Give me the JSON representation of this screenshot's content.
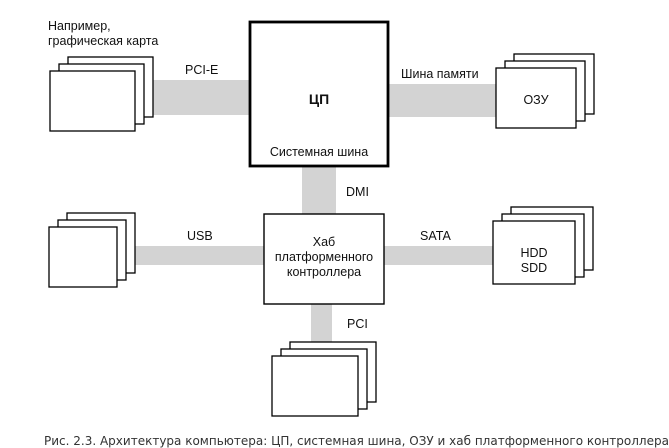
{
  "labels": {
    "example": [
      "Например,",
      "графическая карта"
    ],
    "cpu": "ЦП",
    "system_bus": "Системная шина",
    "pcie": "PCI-E",
    "memory_bus": "Шина памяти",
    "ram": "ОЗУ",
    "dmi": "DMI",
    "usb": "USB",
    "sata": "SATA",
    "hub": [
      "Хаб",
      "платформенного",
      "контроллера"
    ],
    "storage": [
      "HDD",
      "SDD"
    ],
    "pci": "PCI"
  },
  "caption": "Рис. 2.3. Архитектура компьютера: ЦП, системная шина, ОЗУ и хаб платформенного контроллера",
  "colors": {
    "bus": "#d3d3d3",
    "box_stroke": "#000000",
    "box_fill": "#ffffff"
  }
}
